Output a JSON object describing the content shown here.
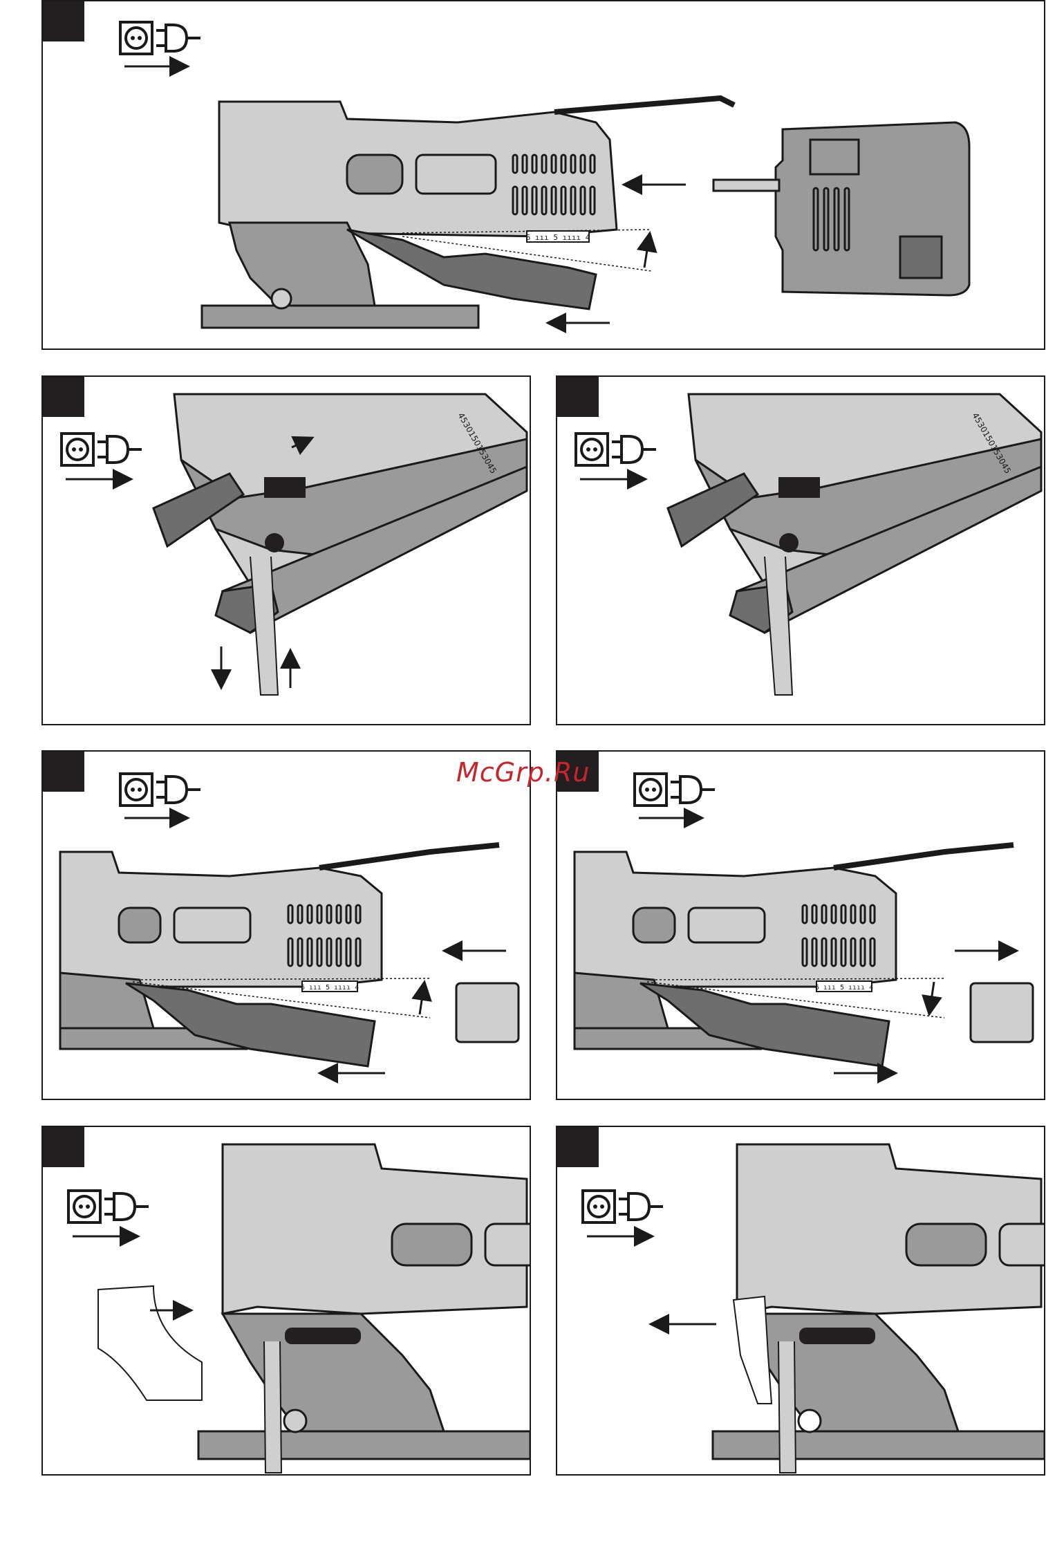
{
  "colors": {
    "body_light": "#cfcfcf",
    "body_mid": "#9a9a9a",
    "body_dark": "#6e6e6e",
    "outline": "#1a1a1a",
    "tab": "#231f20",
    "watermark": "#c8242c"
  },
  "icons": {
    "unplug": "socket-plug-icon",
    "arrow": "arrow-icon"
  },
  "label_plate": {
    "text": "6 ııı 5 ıııı 4"
  },
  "part_number": {
    "text": "4530150153045"
  },
  "watermark": {
    "text": "McGrp.Ru"
  }
}
